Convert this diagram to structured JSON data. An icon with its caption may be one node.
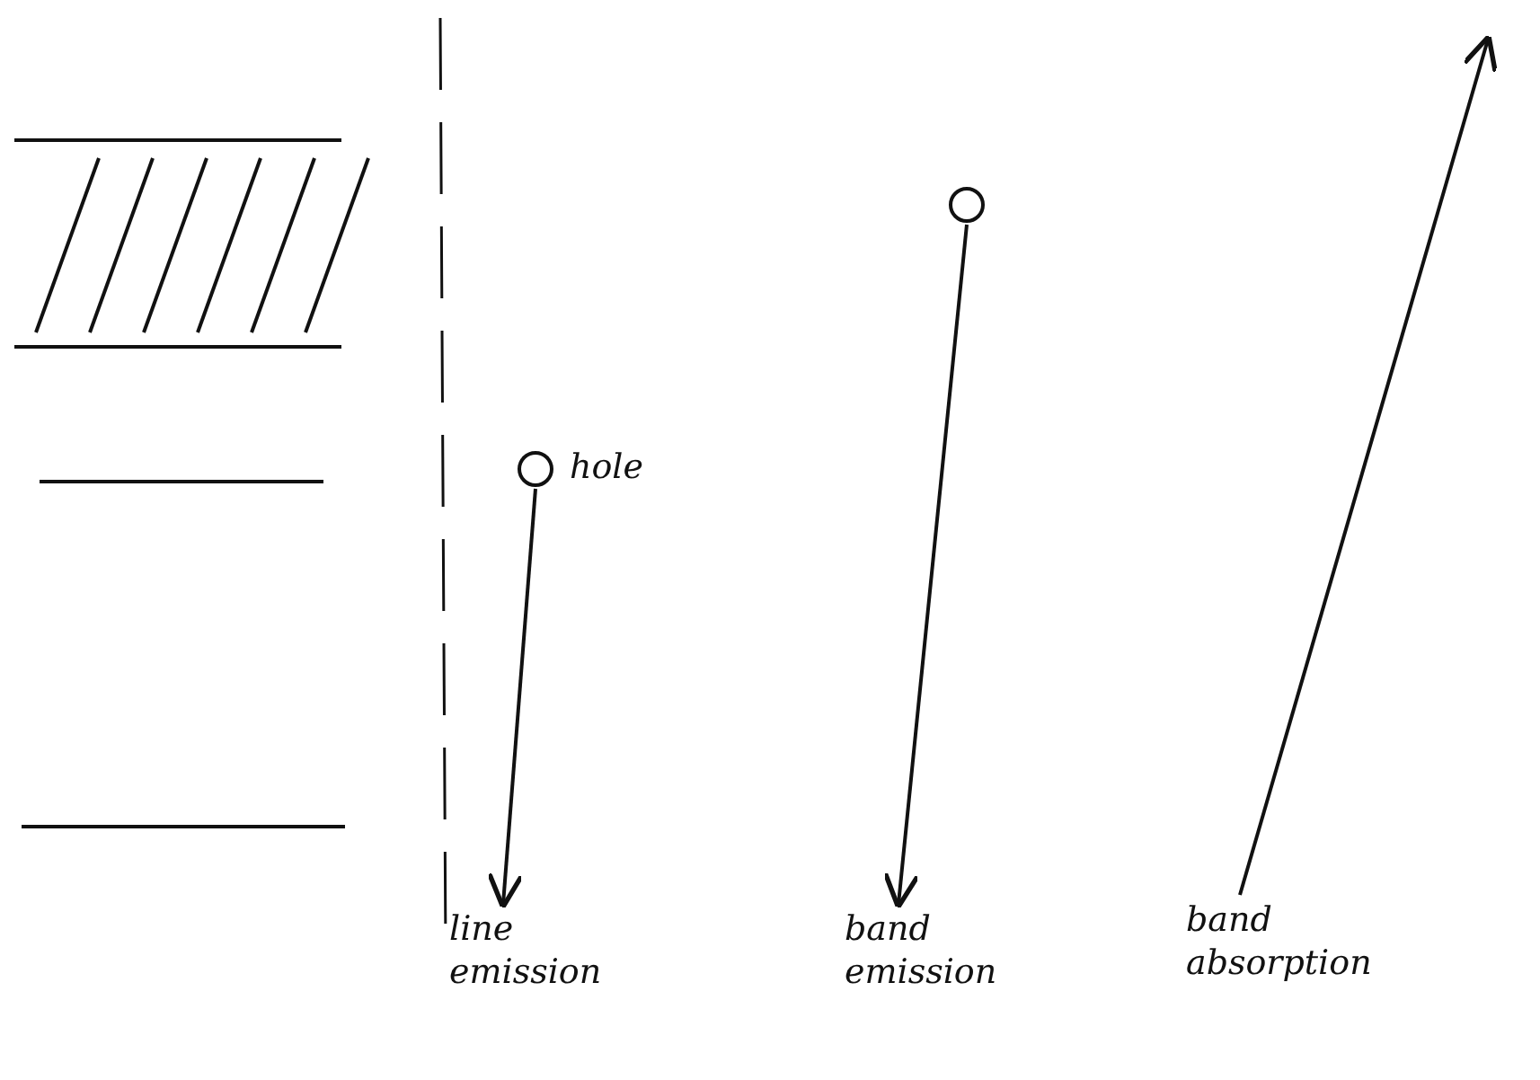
{
  "diagram": {
    "nodes": [
      {
        "text": [],
        "shape": "circle",
        "beside": [
          "hole"
        ]
      },
      {
        "text": [
          "line emission"
        ]
      },
      {
        "text": [],
        "shape": "circle"
      },
      {
        "text": [
          "band emission"
        ]
      },
      {
        "text": [
          "band absorption"
        ]
      }
    ],
    "edges": [
      {
        "from": 0,
        "to": 1,
        "arrow": "to"
      },
      {
        "from": 2,
        "to": 3,
        "arrow": "to"
      },
      {
        "from": 4,
        "to": null,
        "arrow": "to"
      }
    ]
  }
}
